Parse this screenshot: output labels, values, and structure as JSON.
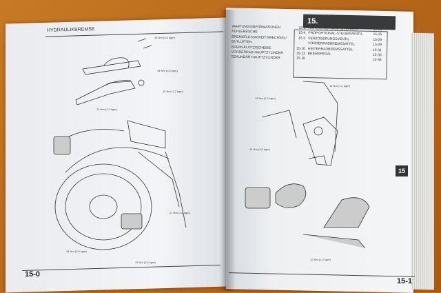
{
  "left_page": {
    "running_head": "HYDRAULIKBREMSE",
    "page_number": "15-0",
    "torque_labels": [
      "34 Nm (3,5 kgm)",
      "12 Nm (1,2 kgm)",
      "12 Nm (1,2 kgm)",
      "34 Nm (3,5 kgm)",
      "31 Nm (3,2 kgm)",
      "27 Nm (2,8 kgm)",
      "34 Nm (3,5 kgm)"
    ]
  },
  "right_page": {
    "title": "15. HYDRAULIKBREMSE",
    "page_number": "15-1",
    "section_tab": "15",
    "toc": [
      {
        "left": "WARTUNGSINFORMATIONEN",
        "left_page": "15-1",
        "right": "HINTERRAD-HAUPTZYLINDER",
        "right_page": "15-21"
      },
      {
        "left": "FEHLERSUCHE",
        "left_page": "15-4",
        "right": "PROPORTIONAL-STEUERVENTIL",
        "right_page": "15-25"
      },
      {
        "left": "BREMSFLÜSSIGKEITSWECHSEL/",
        "left_page": "15-5",
        "right": "VERZÖGERUNGSVENTIL",
        "right_page": "15-26"
      },
      {
        "left": "ENTLÜFTEN",
        "left_page": "",
        "right": "VORDERRADBREMSSATTEL",
        "right_page": "15-29"
      },
      {
        "left": "BREMSKLOTZ/SCHEIBE",
        "left_page": "15-10",
        "right": "HINTERRADBREMSSATTEL",
        "right_page": "15-31"
      },
      {
        "left": "VORDERRAD-HAUPTZYLINDER",
        "left_page": "15-13",
        "right": "BREMSPEDAL",
        "right_page": "15-33"
      },
      {
        "left": "SEKUNDÄR-HAUPTZYLINDER",
        "left_page": "15-18",
        "right": "",
        "right_page": "15-36"
      }
    ],
    "torque_labels": [
      "12 Nm (1,2 kgm)",
      "12 Nm (1,2 kgm)",
      "34 Nm (3,5 kgm)",
      "12 Nm (1,2 kgm)"
    ]
  }
}
